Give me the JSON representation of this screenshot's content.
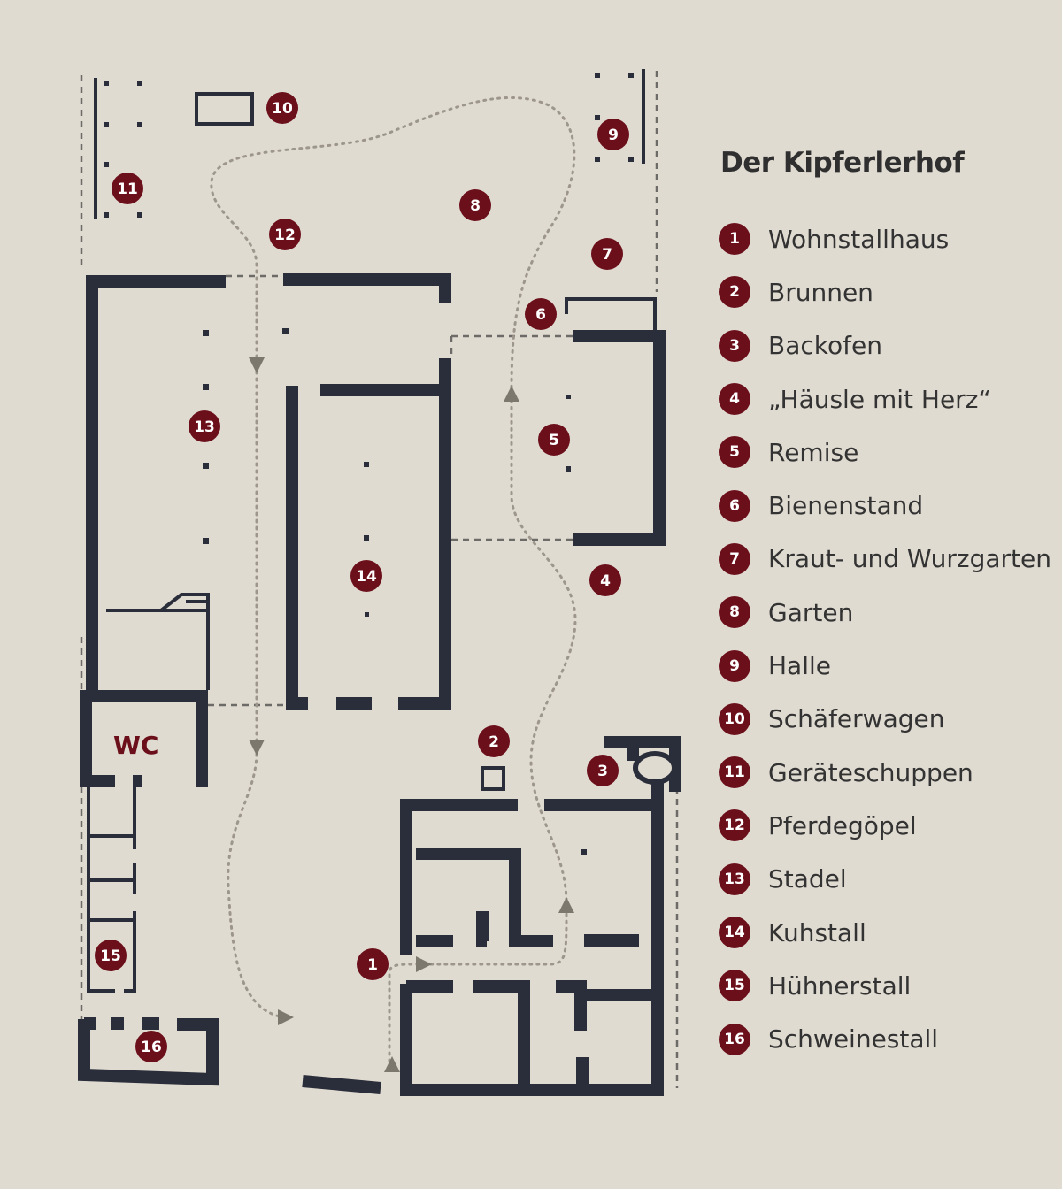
{
  "title": "Der Kipferlerhof",
  "wc_label": "WC",
  "colors": {
    "background": "#e0dbd1",
    "walls": "#2a2d3a",
    "marker": "#6b0f1a"
  },
  "markers": [
    "1",
    "2",
    "3",
    "4",
    "5",
    "6",
    "7",
    "8",
    "9",
    "10",
    "11",
    "12",
    "13",
    "14",
    "15",
    "16"
  ],
  "legend": [
    {
      "n": "1",
      "label": "Wohnstallhaus"
    },
    {
      "n": "2",
      "label": "Brunnen"
    },
    {
      "n": "3",
      "label": "Backofen"
    },
    {
      "n": "4",
      "label": "„Häusle mit Herz“"
    },
    {
      "n": "5",
      "label": "Remise"
    },
    {
      "n": "6",
      "label": "Bienenstand"
    },
    {
      "n": "7",
      "label": "Kraut- und Wurzgarten"
    },
    {
      "n": "8",
      "label": "Garten"
    },
    {
      "n": "9",
      "label": "Halle"
    },
    {
      "n": "10",
      "label": "Schäferwagen"
    },
    {
      "n": "11",
      "label": "Geräteschuppen"
    },
    {
      "n": "12",
      "label": "Pferdegöpel"
    },
    {
      "n": "13",
      "label": "Stadel"
    },
    {
      "n": "14",
      "label": "Kuhstall"
    },
    {
      "n": "15",
      "label": "Hühnerstall"
    },
    {
      "n": "16",
      "label": "Schweinestall"
    }
  ]
}
